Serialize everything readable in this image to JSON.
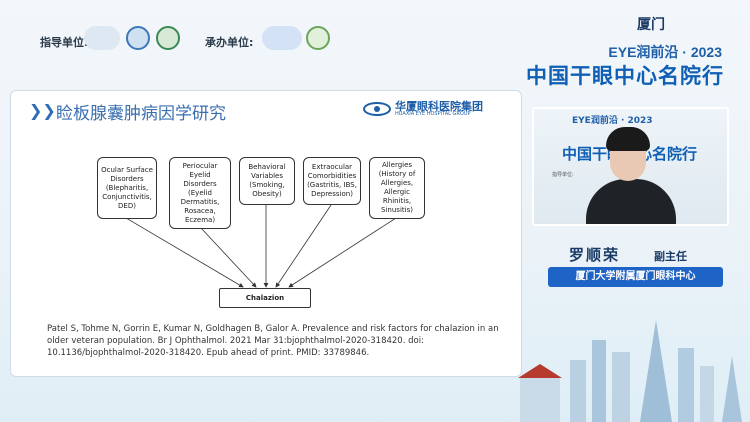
{
  "header": {
    "guide_label": "指导单位:",
    "host_label": "承办单位:",
    "brand_mark": "厦门",
    "event_line1": "EYE润前沿 · 2023",
    "event_line2": "中国干眼中心名院行"
  },
  "slide": {
    "title": "睑板腺囊肿病因学研究",
    "hospital_name": "华厦眼科医院集团",
    "hospital_sub": "HUAXIA EYE HOSPITAL GROUP",
    "boxes": [
      "Ocular Surface Disorders (Blepharitis, Conjunctivitis, DED)",
      "Periocular Eyelid Disorders (Eyelid Dermatitis, Rosacea, Eczema)",
      "Behavioral Variables (Smoking, Obesity)",
      "Extraocular Comorbidities (Gastritis, IBS, Depression)",
      "Allergies (History of Allergies, Allergic Rhinitis, Sinusitis)"
    ],
    "target": "Chalazion",
    "citation": "Patel S, Tohme N, Gorrin E, Kumar N, Goldhagen B, Galor A. Prevalence and risk factors for chalazion in an older veteran population. Br J Ophthalmol. 2021 Mar 31:bjophthalmol-2020-318420. doi: 10.1136/bjophthalmol-2020-318420. Epub ahead of print. PMID: 33789846."
  },
  "video": {
    "line1": "EYE润前沿 · 2023",
    "line2": "中国干眼中心名院行",
    "sub": "指导单位:"
  },
  "speaker": {
    "name": "罗顺荣",
    "title": "副主任",
    "affiliation": "厦门大学附属厦门眼科中心"
  }
}
